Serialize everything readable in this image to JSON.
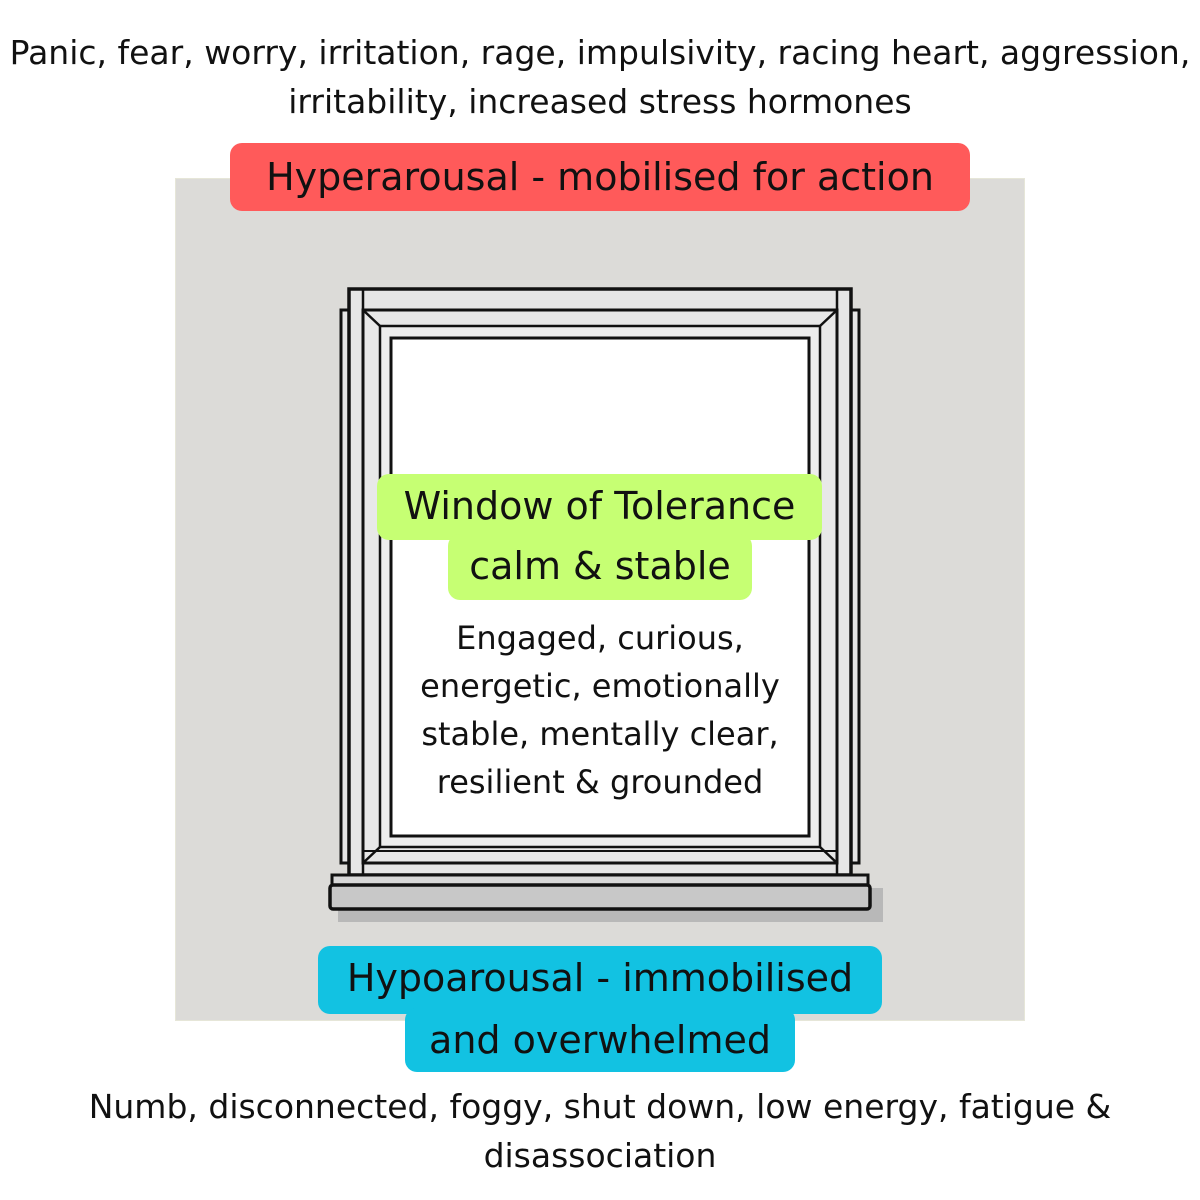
{
  "top_description": "Panic, fear, worry, irritation, rage, impulsivity, racing heart, aggression, irritability, increased stress hormones",
  "hyperarousal": {
    "label": "Hyperarousal - mobilised for action",
    "color": "#ff5a5a"
  },
  "window_of_tolerance": {
    "title_line1": "Window of Tolerance",
    "title_line2": "calm & stable",
    "color": "#c6ff73",
    "description": "Engaged, curious, energetic, emotionally stable, mentally clear, resilient & grounded"
  },
  "hypoarousal": {
    "label_line1": "Hypoarousal - immobilised",
    "label_line2": "and overwhelmed",
    "color": "#12c2e2"
  },
  "bottom_description": "Numb, disconnected, foggy, shut down, low energy, fatigue & disassociation",
  "colors": {
    "wall": "#dcdbd8",
    "window_frame": "#e4e4e4",
    "pane": "#ffffff"
  }
}
